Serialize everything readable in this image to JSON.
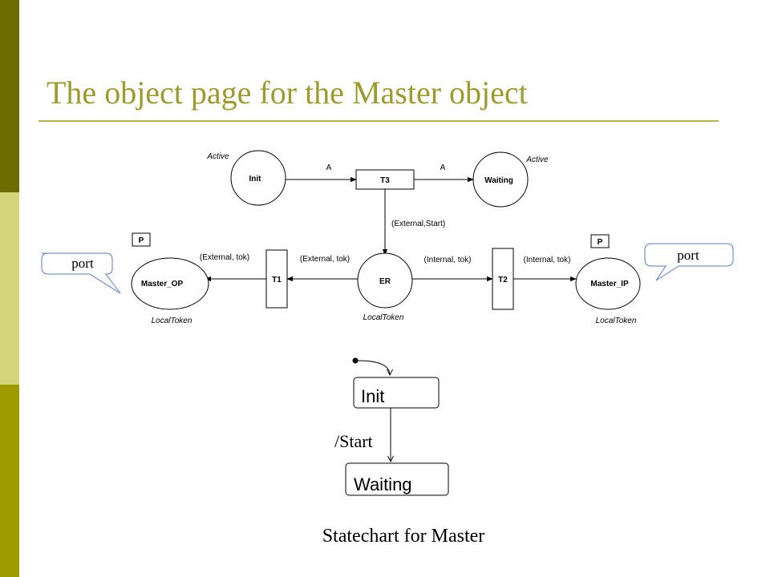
{
  "slide": {
    "title": "The object page for the Master object",
    "colors": {
      "title": "#9b9b2e",
      "rule": "#b5b54a",
      "sidebar": [
        "#6b6b00",
        "#d4d47a",
        "#9c9c00"
      ]
    }
  },
  "petri_net": {
    "places": {
      "init": {
        "name": "Init",
        "type_label": "Active"
      },
      "waiting": {
        "name": "Waiting",
        "type_label": "Active"
      },
      "er": {
        "name": "ER",
        "type_label": "LocalToken"
      },
      "master_op": {
        "name": "Master_OP",
        "type_label": "LocalToken",
        "port_marker": "P",
        "callout": "port"
      },
      "master_ip": {
        "name": "Master_IP",
        "type_label": "LocalToken",
        "port_marker": "P",
        "callout": "port"
      }
    },
    "transitions": {
      "t1": "T1",
      "t2": "T2",
      "t3": "T3"
    },
    "arc_labels": {
      "init_t3": "A",
      "t3_waiting": "A",
      "t3_er": "(External,Start)",
      "er_t1": "(External, tok)",
      "t1_master_op": "(External, tok)",
      "er_t2": "(Internal, tok)",
      "t2_master_ip": "(Internal, tok)"
    }
  },
  "statechart": {
    "states": {
      "init": "Init",
      "waiting": "Waiting"
    },
    "transition_label": "/Start",
    "caption": "Statechart for Master"
  }
}
